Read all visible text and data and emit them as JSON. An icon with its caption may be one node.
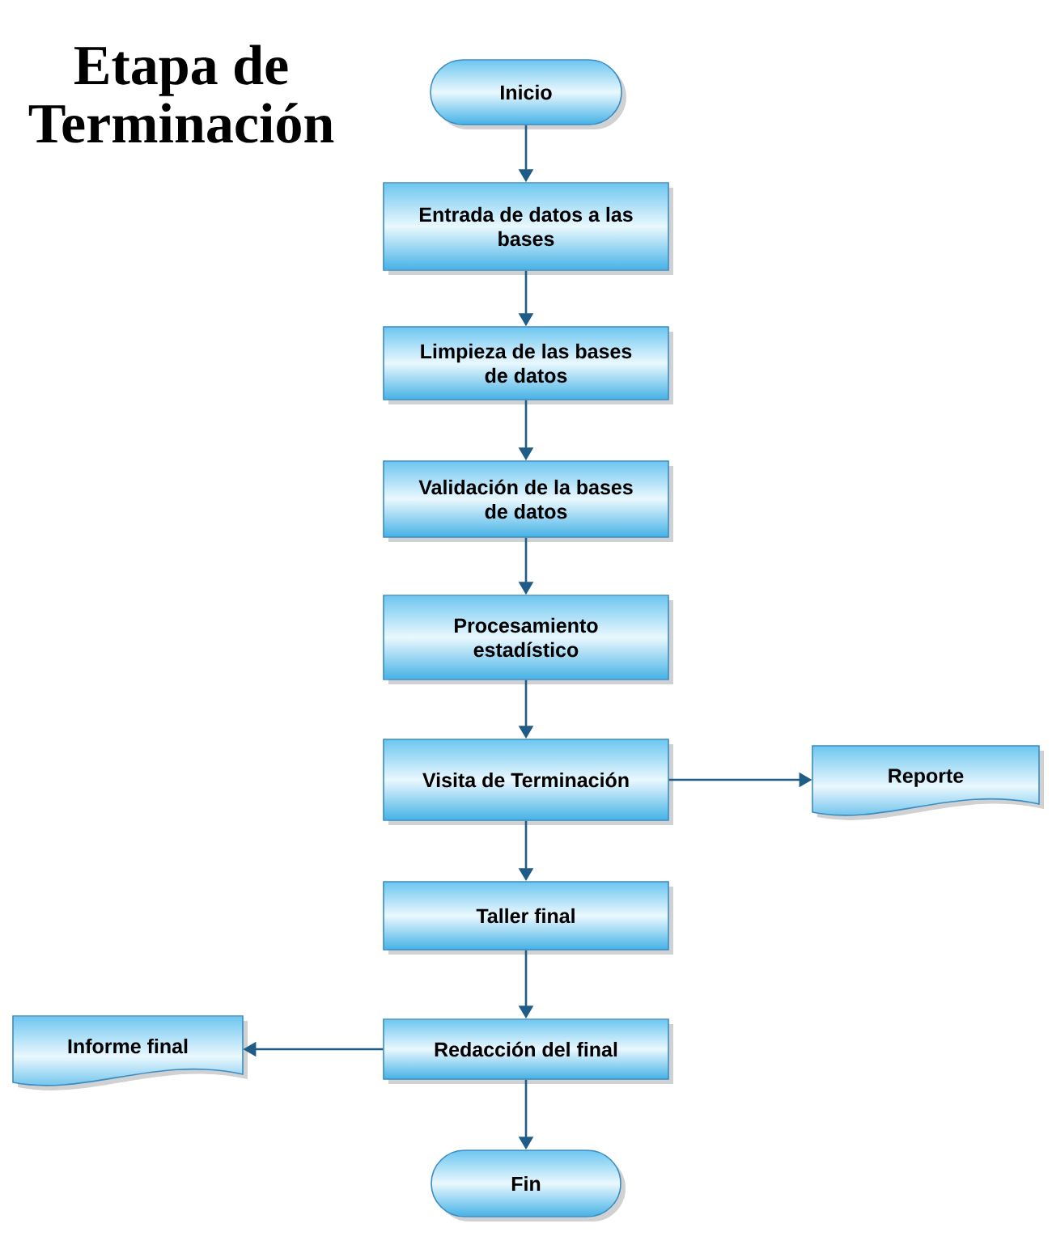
{
  "diagram": {
    "title": "Etapa de Terminación",
    "nodes": [
      {
        "text": [
          "Inicio"
        ]
      },
      {
        "text": [
          "Entrada de datos a las bases"
        ]
      },
      {
        "text": [
          "Limpieza de las bases de datos"
        ]
      },
      {
        "text": [
          "Validación de la bases de datos"
        ]
      },
      {
        "text": [
          "Procesamiento estadístico"
        ]
      },
      {
        "text": [
          "Visita de Terminación"
        ]
      },
      {
        "text": [
          "Reporte"
        ]
      },
      {
        "text": [
          "Taller final"
        ]
      },
      {
        "text": [
          "Redacción del  final"
        ]
      },
      {
        "text": [
          "Informe final"
        ]
      },
      {
        "text": [
          "Fin"
        ]
      }
    ],
    "edges": [
      {
        "from": 0,
        "to": 1,
        "arrow": "to"
      },
      {
        "from": 1,
        "to": 2,
        "arrow": "to"
      },
      {
        "from": 2,
        "to": 3,
        "arrow": "to"
      },
      {
        "from": 3,
        "to": 4,
        "arrow": "to"
      },
      {
        "from": 4,
        "to": 5,
        "arrow": "to"
      },
      {
        "from": 5,
        "to": 6,
        "arrow": "to"
      },
      {
        "from": 5,
        "to": 7,
        "arrow": "to"
      },
      {
        "from": 7,
        "to": 8,
        "arrow": "to"
      },
      {
        "from": 8,
        "to": 9,
        "arrow": "to"
      },
      {
        "from": 8,
        "to": 10,
        "arrow": "to"
      }
    ]
  }
}
